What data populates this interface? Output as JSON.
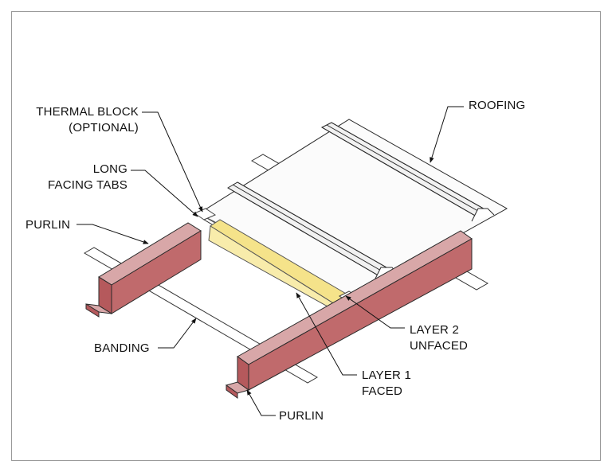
{
  "labels": {
    "roofing": "ROOFING",
    "thermal_block_line1": "THERMAL BLOCK",
    "thermal_block_line2": "(OPTIONAL)",
    "long_facing_tabs_line1": "LONG",
    "long_facing_tabs_line2": "FACING TABS",
    "purlin_left": "PURLIN",
    "banding": "BANDING",
    "purlin_bottom": "PURLIN",
    "layer2_line1": "LAYER 2",
    "layer2_line2": "UNFACED",
    "layer1_line1": "LAYER 1",
    "layer1_line2": "FACED"
  },
  "colors": {
    "purlin_fill": "#b5595c",
    "purlin_top": "#d8a7a8",
    "insulation_yellow": "#f5e38a",
    "insulation_light": "#fbf2bf",
    "roof_panel": "#fbfbfb",
    "outline": "#2a2a2a"
  }
}
